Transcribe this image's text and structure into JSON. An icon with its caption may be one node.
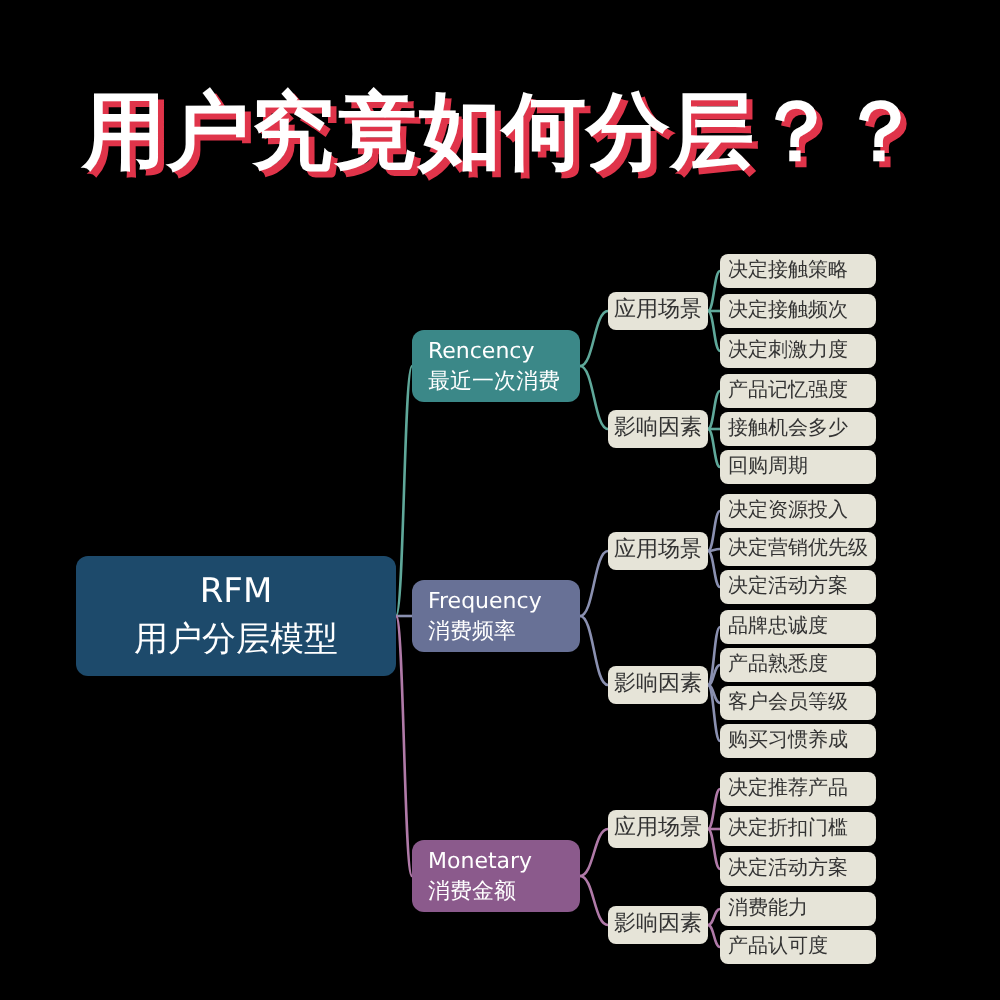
{
  "diagram": {
    "title": "用户究竟如何分层？？",
    "nodes": [
      {
        "text": [
          "RFM",
          "用户分层模型"
        ]
      },
      {
        "text": [
          "Rencency",
          "最近一次消费"
        ]
      },
      {
        "text": [
          "应用场景"
        ]
      },
      {
        "text": [
          "决定接触策略"
        ]
      },
      {
        "text": [
          "决定接触频次"
        ]
      },
      {
        "text": [
          "决定刺激力度"
        ]
      },
      {
        "text": [
          "影响因素"
        ]
      },
      {
        "text": [
          "产品记忆强度"
        ]
      },
      {
        "text": [
          "接触机会多少"
        ]
      },
      {
        "text": [
          "回购周期"
        ]
      },
      {
        "text": [
          "Frequency",
          "消费频率"
        ]
      },
      {
        "text": [
          "应用场景"
        ]
      },
      {
        "text": [
          "决定资源投入"
        ]
      },
      {
        "text": [
          "决定营销优先级"
        ]
      },
      {
        "text": [
          "决定活动方案"
        ]
      },
      {
        "text": [
          "影响因素"
        ]
      },
      {
        "text": [
          "品牌忠诚度"
        ]
      },
      {
        "text": [
          "产品熟悉度"
        ]
      },
      {
        "text": [
          "客户会员等级"
        ]
      },
      {
        "text": [
          "购买习惯养成"
        ]
      },
      {
        "text": [
          "Monetary",
          "消费金额"
        ]
      },
      {
        "text": [
          "应用场景"
        ]
      },
      {
        "text": [
          "决定推荐产品"
        ]
      },
      {
        "text": [
          "决定折扣门槛"
        ]
      },
      {
        "text": [
          "决定活动方案"
        ]
      },
      {
        "text": [
          "影响因素"
        ]
      },
      {
        "text": [
          "消费能力"
        ]
      },
      {
        "text": [
          "产品认可度"
        ]
      }
    ],
    "edges": [
      {
        "from": 0,
        "to": 1,
        "arrow": "none",
        "color": "#5fa89a"
      },
      {
        "from": 1,
        "to": 2,
        "arrow": "none",
        "color": "#5fa89a"
      },
      {
        "from": 2,
        "to": 3,
        "arrow": "none",
        "color": "#5fa89a"
      },
      {
        "from": 2,
        "to": 4,
        "arrow": "none",
        "color": "#5fa89a"
      },
      {
        "from": 2,
        "to": 5,
        "arrow": "none",
        "color": "#5fa89a"
      },
      {
        "from": 1,
        "to": 6,
        "arrow": "none",
        "color": "#5fa89a"
      },
      {
        "from": 6,
        "to": 7,
        "arrow": "none",
        "color": "#5fa89a"
      },
      {
        "from": 6,
        "to": 8,
        "arrow": "none",
        "color": "#5fa89a"
      },
      {
        "from": 6,
        "to": 9,
        "arrow": "none",
        "color": "#5fa89a"
      },
      {
        "from": 0,
        "to": 10,
        "arrow": "none"
      },
      {
        "from": 10,
        "to": 11,
        "arrow": "none"
      },
      {
        "from": 11,
        "to": 12,
        "arrow": "none"
      },
      {
        "from": 11,
        "to": 13,
        "arrow": "none"
      },
      {
        "from": 11,
        "to": 14,
        "arrow": "none"
      },
      {
        "from": 10,
        "to": 15,
        "arrow": "none"
      },
      {
        "from": 15,
        "to": 16,
        "arrow": "none"
      },
      {
        "from": 15,
        "to": 17,
        "arrow": "none"
      },
      {
        "from": 15,
        "to": 18,
        "arrow": "none"
      },
      {
        "from": 15,
        "to": 19,
        "arrow": "none"
      },
      {
        "from": 0,
        "to": 20,
        "arrow": "none",
        "color": "#b07aa8"
      },
      {
        "from": 20,
        "to": 21,
        "arrow": "none",
        "color": "#b07aa8"
      },
      {
        "from": 21,
        "to": 22,
        "arrow": "none",
        "color": "#b07aa8"
      },
      {
        "from": 21,
        "to": 23,
        "arrow": "none",
        "color": "#b07aa8"
      },
      {
        "from": 21,
        "to": 24,
        "arrow": "none",
        "color": "#b07aa8"
      },
      {
        "from": 20,
        "to": 25,
        "arrow": "none",
        "color": "#b07aa8"
      },
      {
        "from": 25,
        "to": 26,
        "arrow": "none",
        "color": "#b07aa8"
      },
      {
        "from": 25,
        "to": 27,
        "arrow": "none",
        "color": "#b07aa8"
      }
    ]
  }
}
